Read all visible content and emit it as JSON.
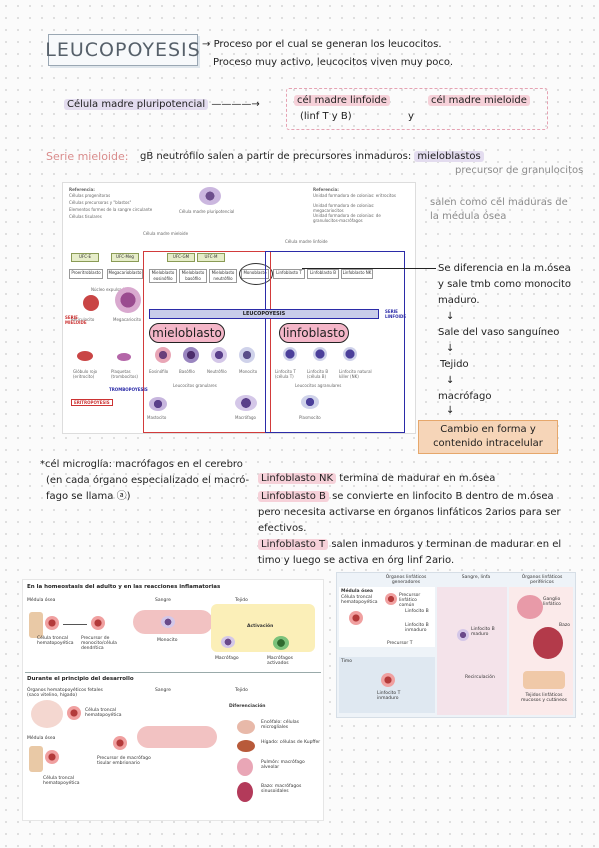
{
  "title": "LEUCOPOYESIS",
  "definition": {
    "line1": "Proceso por el cual se generan los leucocitos.",
    "line2": "Proceso muy activo, leucocitos viven muy poco."
  },
  "stem_cells": {
    "source": "Célula madre pluripotencial",
    "lymphoid": "cél madre linfoide",
    "lymphoid_sub": "(linf T y B)",
    "and": "y",
    "myeloid": "cél madre mieloide"
  },
  "myeloid_series": {
    "label": "Serie mieloide:",
    "text": "gB neutrófilo salen a partir de precursores inmaduros:",
    "highlight": "mieloblastos",
    "precursor_note": "precursor de granulocitos",
    "side_note_line1": "salen como cél maduras de",
    "side_note_line2": "la médula ósea"
  },
  "diagram1": {
    "panel_title": "LEUCOPOYESIS",
    "mieloblasto_label": "mieloblasto",
    "linfoblasto_label": "linfoblasto",
    "serie_mieloide": "SERIE MIELOIDE",
    "serie_linfoide": "SERIE LINFOIDE",
    "legend_title": "Referencia:",
    "legend_items": [
      "Células progenitoras",
      "Células precursoras y \"blastos\"",
      "Elementos formes de la sangre circulante",
      "Células tisulares"
    ],
    "legend_right": [
      "Unidad formadora de colonias: eritrocitos",
      "Unidad formadora de colonias: megacariocitos",
      "Unidad formadora de colonias: de granulocitos-macrófagos"
    ],
    "stem_label": "Célula madre pluripotencial",
    "myeloid_stem": "Célula madre mieloide",
    "lymphoid_stem": "Célula madre linfoide",
    "cfu": [
      "UFC-E",
      "UFC-Meg",
      "UFC-GM",
      "UFC-M"
    ],
    "precursors": [
      "Proeritroblasto",
      "Megacarioblasto",
      "Mieloblasto eosinófilo",
      "Mieloblasto basófilo",
      "Mieloblasto neutrófilo",
      "Monoblasto",
      "Linfoblasto T",
      "Linfoblasto B",
      "Linfoblasto NK"
    ],
    "cells": [
      "Reticulocito",
      "Megacariocito",
      "Glóbulo rojo (eritrocito)",
      "Plaquetas (trombocitos)",
      "Eosinófilo",
      "Basófilo",
      "Neutrófilo",
      "Monocito",
      "Linfocito T (célula T)",
      "Linfocito B (célula B)",
      "Linfocito natural killer (NK)"
    ],
    "groups": [
      "Leucocitos granulares",
      "Leucocitos agranulares",
      "TROMBOPOYESIS",
      "ERITROPOYESIS"
    ],
    "tissue": [
      "Mastocito",
      "Macrófago",
      "Plasmocito"
    ],
    "nucleus_note": "Núcleo expulsado"
  },
  "monocyte_notes": {
    "line1": "Se diferencia en la m.ósea",
    "line2": "y sale tmb como monocito",
    "line3": "maduro.",
    "step1": "Sale del vaso sanguíneo",
    "step2": "Tejido",
    "step3": "macrófago",
    "box_line1": "Cambio en forma y",
    "box_line2": "contenido intracelular"
  },
  "microglia_note": {
    "line1": "*cél microglía: macrófagos en el cerebro",
    "line2": "(en cada órgano especializado el macró-",
    "line3": "fago se llama ⓐ)"
  },
  "lymphoblast_notes": {
    "p1_hl": "Linfoblasto NK",
    "p1": "termina de madurar en m.ósea",
    "p2_hl": "Linfoblasto B",
    "p2": "se convierte en linfocito B dentro de m.ósea",
    "p2b": "pero necesita activarse en órganos linfáticos 2arios para ser",
    "p2c": "efectivos.",
    "p3_hl": "Linfoblasto T",
    "p3": "salen inmaduros y terminan de madurar en el",
    "p3b": "timo y luego se activa en órg linf 2ario."
  },
  "diagram2": {
    "section1": "En la homeostasis del adulto y en las reacciones inflamatorias",
    "section2": "Durante el principio del desarrollo",
    "col_medula": "Médula ósea",
    "col_sangre": "Sangre",
    "col_tejido": "Tejido",
    "cell_troncal": "Célula troncal hematopoyética",
    "precursor_mono": "Precursor de monocito/célula dendrítica",
    "monocito": "Monocito",
    "activacion": "Activación",
    "macrofago": "Macrófago",
    "macrofagos_activados": "Macrófagos activados",
    "organos_fetales": "Órganos hematopoyéticos fetales (saco vitelino, hígado)",
    "precursor_tisular": "Precursor de macrófago tisular embrionario",
    "diferenciacion": "Diferenciación",
    "tissue_list": [
      "Encéfalo: células microgliales",
      "Hígado: células de Kupffer",
      "Pulmón: macrófago alveolar",
      "Bazo: macrófagos sinusoidales"
    ]
  },
  "diagram3": {
    "col1": "Órganos linfáticos generadores",
    "col2": "Sangre, linfa",
    "col3": "Órganos linfáticos periféricos",
    "medula": "Médula ósea",
    "stem": "Célula troncal hematopoyética",
    "precursor": "Precursor linfático común",
    "linfocito_b": "Linfocito B",
    "linfocito_b_inmaduro": "Linfocito B inmaduro",
    "pro_t": "Precursor T",
    "timo": "Timo",
    "linfocito_t": "Linfocito T inmaduro",
    "linf_madura": "Linfocito B maduro",
    "recirculacion": "Recirculación",
    "ganglio": "Ganglio linfático",
    "bazo": "Bazo",
    "tejidos": "Tejidos linfáticos mucosos y cutáneos"
  }
}
